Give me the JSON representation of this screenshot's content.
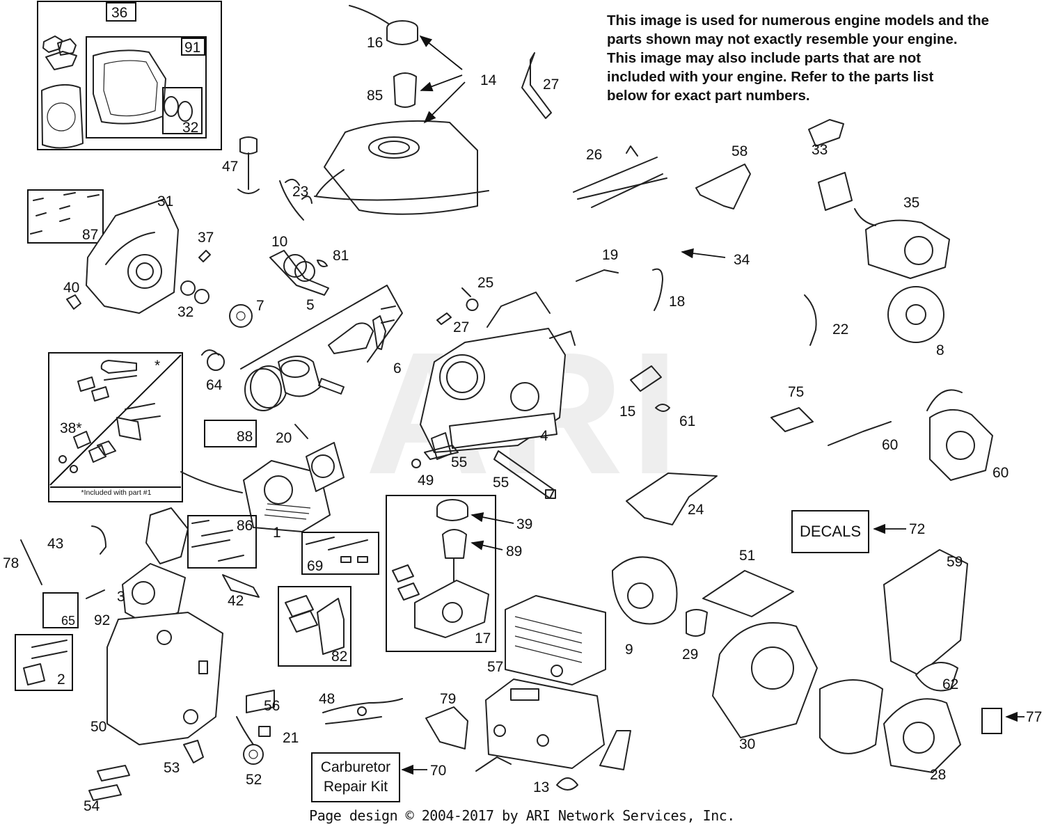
{
  "notice": {
    "lines": [
      "This image is used for numerous engine models and the",
      "parts shown may not exactly resemble your engine.",
      "This image may also include parts that are not",
      "included with your engine. Refer to the parts list",
      "below for exact part numbers."
    ]
  },
  "footer": "Page design © 2004-2017 by ARI Network Services, Inc.",
  "watermark": "ARI",
  "boxes": {
    "decals": "DECALS",
    "carb_line1": "Carburetor",
    "carb_line2": "Repair Kit",
    "included_note": "*Included with part #1",
    "asterisk": "*"
  },
  "callouts": {
    "c36": "36",
    "c91": "91",
    "c32a": "32",
    "c16": "16",
    "c85": "85",
    "c14": "14",
    "c27a": "27",
    "c47": "47",
    "c23": "23",
    "c31": "31",
    "c87": "87",
    "c37": "37",
    "c10": "10",
    "c81": "81",
    "c40": "40",
    "c32b": "32",
    "c7": "7",
    "c5": "5",
    "c25": "25",
    "c27b": "27",
    "c6": "6",
    "c64": "64",
    "c38": "38*",
    "c88": "88",
    "c20": "20",
    "c1": "1",
    "c86": "86",
    "c43": "43",
    "c78": "78",
    "c3": "3",
    "c69": "69",
    "c42": "42",
    "c65": "65",
    "c92": "92",
    "c2": "2",
    "c50": "50",
    "c56": "56",
    "c21": "21",
    "c53": "53",
    "c52": "52",
    "c54": "54",
    "c48": "48",
    "c70": "70",
    "c79": "79",
    "c13": "13",
    "c82": "82",
    "c17": "17",
    "c39": "39",
    "c89": "89",
    "c57": "57",
    "c49": "49",
    "c55a": "55",
    "c55b": "55",
    "c4": "4",
    "c26": "26",
    "c58": "58",
    "c33": "33",
    "c35": "35",
    "c19": "19",
    "c34": "34",
    "c18": "18",
    "c22": "22",
    "c8": "8",
    "c15": "15",
    "c61": "61",
    "c75": "75",
    "c60a": "60",
    "c60b": "60",
    "c24": "24",
    "c72": "72",
    "c51": "51",
    "c59": "59",
    "c9": "9",
    "c29": "29",
    "c30": "30",
    "c62": "62",
    "c77": "77",
    "c28": "28"
  }
}
